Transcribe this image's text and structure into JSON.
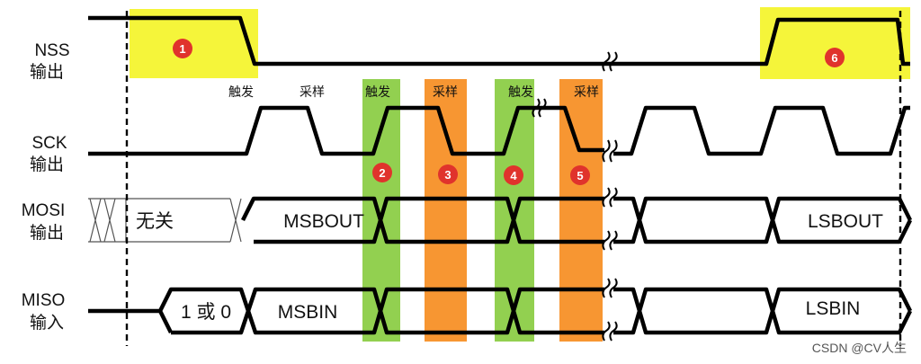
{
  "colors": {
    "highlight_yellow": "#f5f53a",
    "trigger_green": "#92d050",
    "sample_orange": "#f79632",
    "marker_red": "#e0332c"
  },
  "signals": [
    {
      "name": "NSS",
      "direction": "输出"
    },
    {
      "name": "SCK",
      "direction": "输出"
    },
    {
      "name": "MOSI",
      "direction": "输出"
    },
    {
      "name": "MISO",
      "direction": "输入"
    }
  ],
  "edge_labels": [
    "触发",
    "采样",
    "触发",
    "采样",
    "触发",
    "采样"
  ],
  "markers": [
    "1",
    "2",
    "3",
    "4",
    "5",
    "6"
  ],
  "mosi": {
    "idle": "无关",
    "first": "MSBOUT",
    "last": "LSBOUT"
  },
  "miso": {
    "idle": "1 或 0",
    "first": "MSBIN",
    "last": "LSBIN"
  },
  "watermark": "CSDN @CV人生"
}
